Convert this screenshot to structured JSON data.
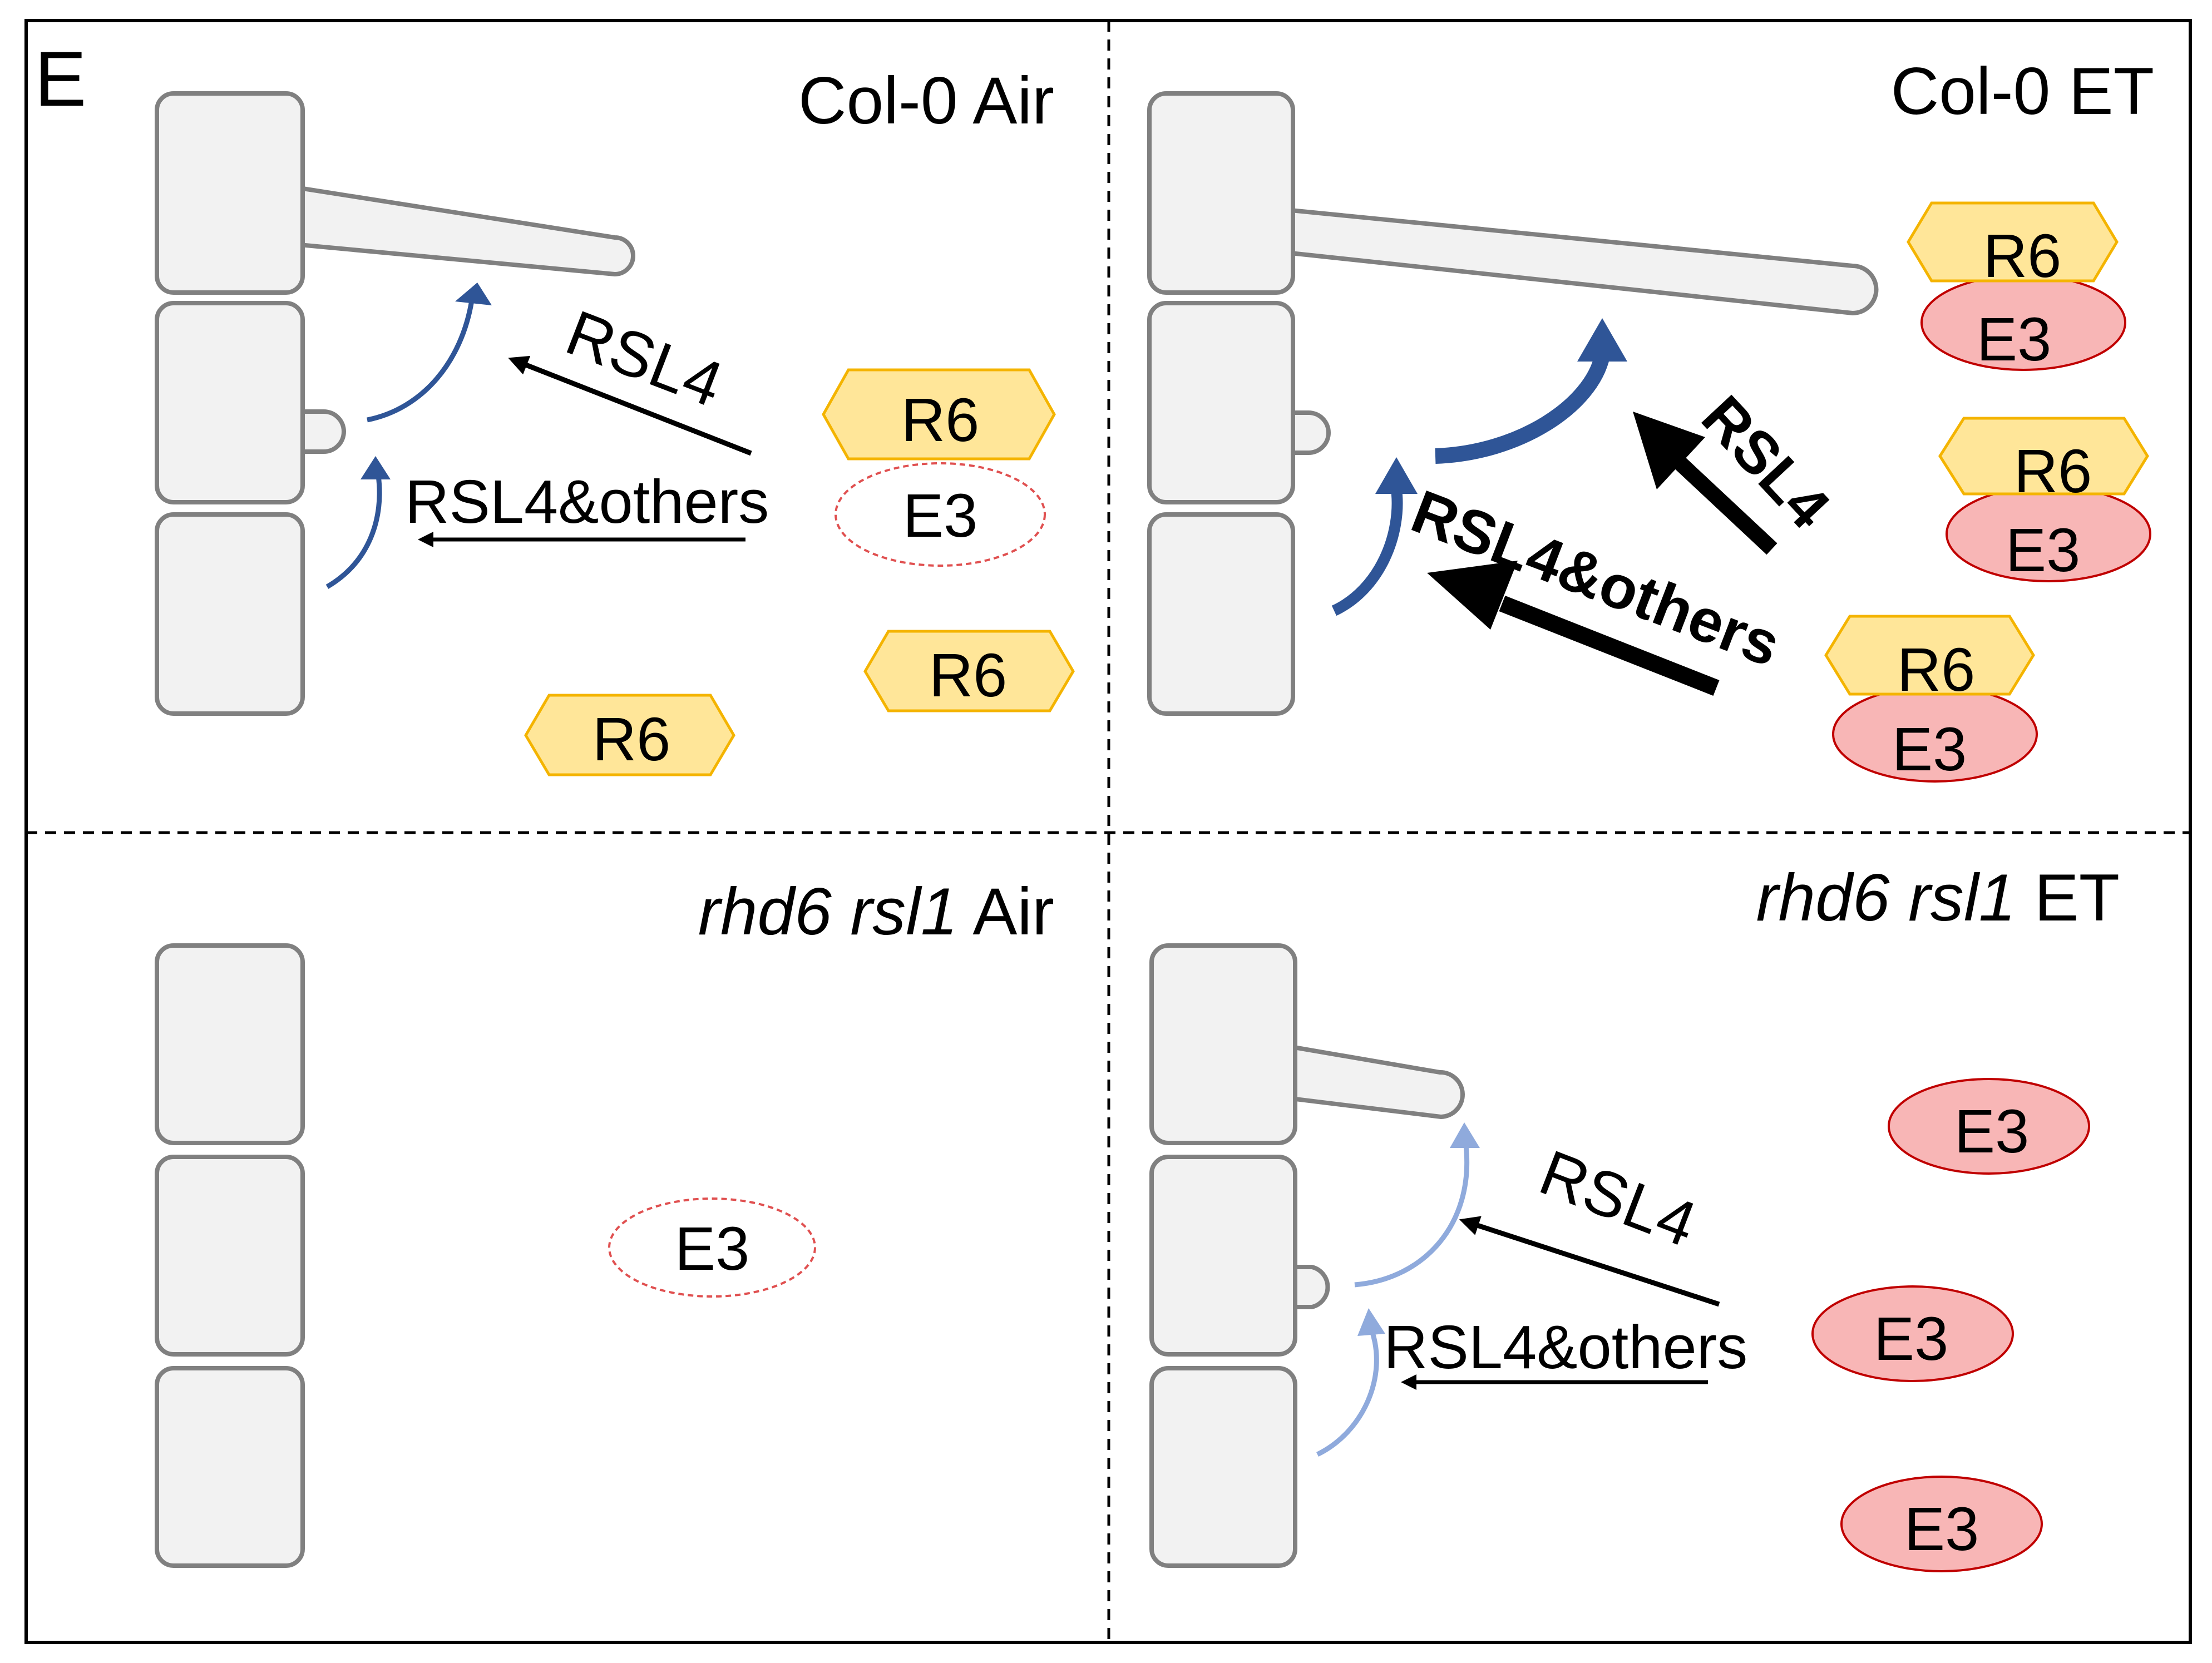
{
  "panel_letter": "E",
  "panels": {
    "col_air": {
      "title": "Col-0 Air"
    },
    "col_et": {
      "title": "Col-0 ET"
    },
    "mut_air": {
      "title_italic": "rhd6 rsl1",
      "title_suffix": "Air"
    },
    "mut_et": {
      "title_italic": "rhd6 rsl1",
      "title_suffix": "ET"
    }
  },
  "labels": {
    "rsl4": "RSL4",
    "rsl4_others": "RSL4&others",
    "r6": "R6",
    "e3": "E3"
  },
  "colors": {
    "cell_fill": "#f2f2f2",
    "cell_stroke": "#808080",
    "arrow_dark_blue": "#2f5597",
    "arrow_light_blue": "#8faadc",
    "r6_fill": "#ffe699",
    "r6_stroke": "#f4b400",
    "e3_fill": "#f8b6b6",
    "e3_stroke": "#c00000",
    "e3_dashed_stroke": "#e05050"
  }
}
